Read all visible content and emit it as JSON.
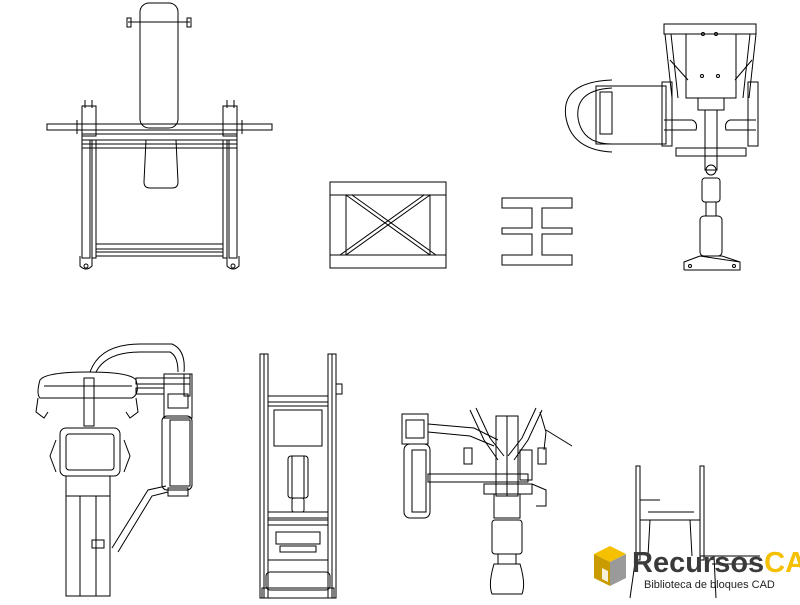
{
  "drawing": {
    "line_color": "#000000",
    "background": "#ffffff",
    "blocks": [
      "bench-press-top-view",
      "square-frame-x-brace",
      "i-beam-section",
      "chest-press-machine-side-view",
      "leg-extension-machine-side-view",
      "weight-stack-tower-front-view",
      "pec-deck-machine-top-view",
      "squat-rack-partial-view"
    ]
  },
  "watermark": {
    "brand_part1": "Recursos",
    "brand_part2": "CAD",
    "tagline": "Biblioteca de bloques CAD",
    "color_gold": "#f5c000",
    "color_gray": "#9a9a9a",
    "color_text": "#3a3a3a"
  }
}
